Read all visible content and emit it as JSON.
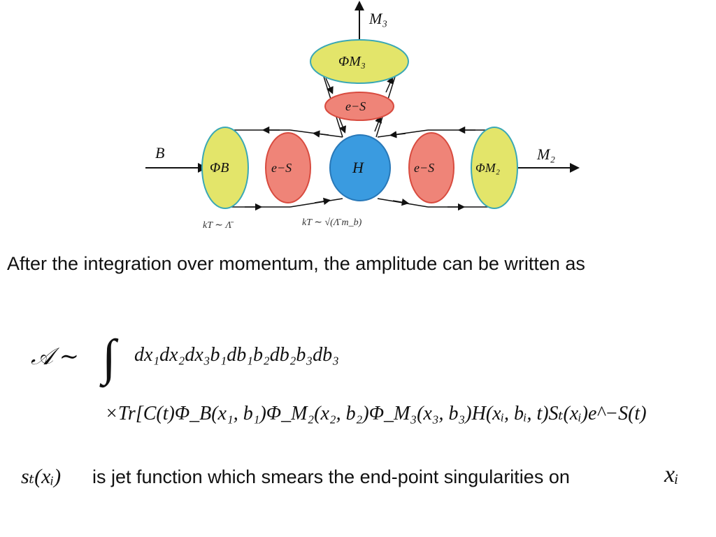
{
  "diagram": {
    "label_m3": "M₃",
    "label_m2": "M₂",
    "label_b": "B",
    "phi_m3": "ΦM₃",
    "phi_b": "ΦB",
    "phi_m2": "ΦM₂",
    "e_s": "e−S",
    "h": "H",
    "kt_left": "kT ∼ Λ̄",
    "kt_mid": "kT ∼ √(Λ̄ m_b)"
  },
  "text": {
    "line1": "After the integration over momentum, the amplitude  can  be written as",
    "line2": "is jet function which smears the end-point singularities on"
  },
  "equation": {
    "lhs": "𝒜 ∼",
    "integral": "∫",
    "line1": "dx₁dx₂dx₃b₁db₁b₂db₂b₃db₃",
    "line2": "×Tr[C(t)Φ_B(x₁, b₁)Φ_M₂(x₂, b₂)Φ_M₃(x₃, b₃)H(xᵢ, bᵢ, t)Sₜ(xᵢ)e^−S(t)",
    "jet_symbol": "sₜ(xᵢ)",
    "x_symbol": "xᵢ"
  },
  "colors": {
    "wavefunction_fill": "#e3e56a",
    "wavefunction_stroke": "#3aa8b5",
    "soft_fill": "#ef8478",
    "soft_stroke": "#d84b3f",
    "hard_fill": "#3a9be0",
    "hard_stroke": "#2878b8"
  }
}
